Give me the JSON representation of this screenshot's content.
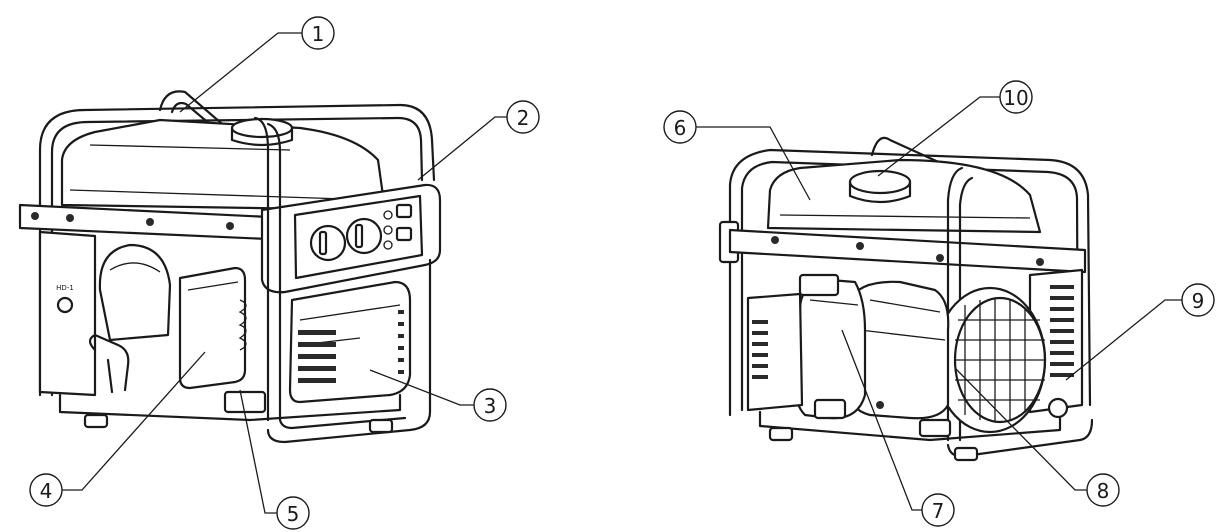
{
  "callouts": [
    {
      "id": "1",
      "label": "1"
    },
    {
      "id": "2",
      "label": "2"
    },
    {
      "id": "3",
      "label": "3"
    },
    {
      "id": "4",
      "label": "4"
    },
    {
      "id": "5",
      "label": "5"
    },
    {
      "id": "6",
      "label": "6"
    },
    {
      "id": "7",
      "label": "7"
    },
    {
      "id": "8",
      "label": "8"
    },
    {
      "id": "9",
      "label": "9"
    },
    {
      "id": "10",
      "label": "10"
    }
  ],
  "views": {
    "front": {
      "panel_label": "HD-1"
    }
  }
}
